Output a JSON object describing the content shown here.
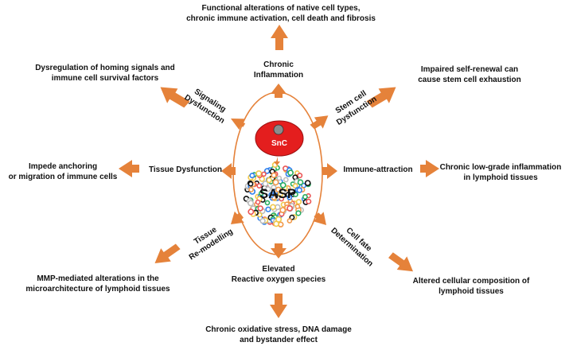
{
  "center": {
    "cell_label": "SnC",
    "secretome_label": "SASP"
  },
  "mediators": {
    "top": "Chronic\nInflammation",
    "top_left": "Signaling\nDysfunction",
    "top_right": "Stem cell\nDysfunction",
    "left": "Tissue Dysfunction",
    "right": "Immune-attraction",
    "bottom_left": "Tissue\nRe-modelling",
    "bottom_right": "Cell fate\nDetermination",
    "bottom": "Elevated\nReactive oxygen species"
  },
  "outcomes": {
    "top": "Functional alterations of native cell types,\nchronic immune activation, cell death and fibrosis",
    "top_left": "Dysregulation of homing signals and\nimmune cell survival factors",
    "top_right": "Impaired self-renewal can\ncause stem cell exhaustion",
    "left": "Impede anchoring\nor migration of immune cells",
    "right": "Chronic low-grade inflammation\nin lymphoid tissues",
    "bottom_left": "MMP-mediated alterations in the\nmicroarchitecture of lymphoid tissues",
    "bottom_right": "Altered cellular composition of\nlymphoid tissues",
    "bottom": "Chronic oxidative stress, DNA damage\nand bystander effect"
  },
  "colors": {
    "arrow": "#E5823A",
    "oval_stroke": "#E5823A",
    "snc_fill": "#E41E1E",
    "nucleus_fill": "#8C8C8C",
    "bead_palette": [
      "#F2C94C",
      "#2F80ED",
      "#EB5757",
      "#27AE60",
      "#111111",
      "#F2994A",
      "#BDBDBD"
    ]
  }
}
